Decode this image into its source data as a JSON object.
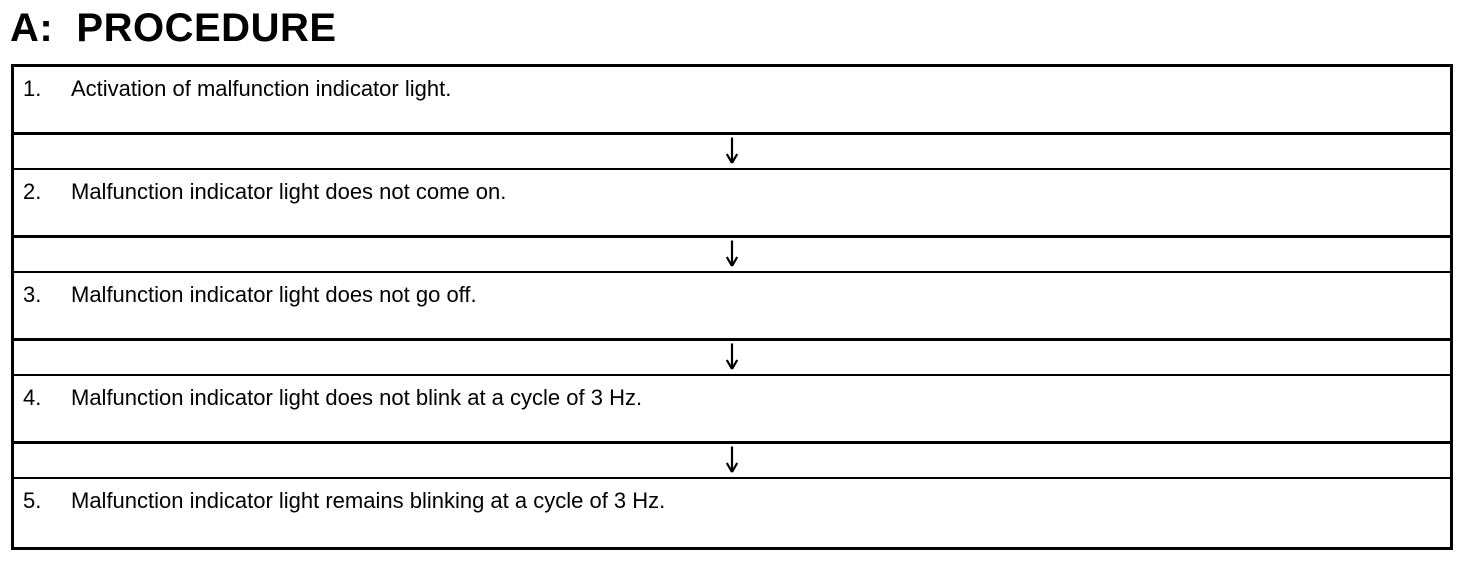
{
  "page": {
    "title": "A:  PROCEDURE"
  },
  "procedure": {
    "steps": [
      {
        "number": "1.",
        "text": "Activation of malfunction indicator light."
      },
      {
        "number": "2.",
        "text": "Malfunction indicator light does not come on."
      },
      {
        "number": "3.",
        "text": "Malfunction indicator light does not go off."
      },
      {
        "number": "4.",
        "text": "Malfunction indicator light does not blink at a cycle of 3 Hz."
      },
      {
        "number": "5.",
        "text": "Malfunction indicator light remains blinking at a cycle of 3 Hz."
      }
    ]
  },
  "icons": {
    "flow_connector": "down-arrow"
  },
  "colors": {
    "text": "#000000",
    "border": "#000000",
    "background": "#ffffff"
  }
}
